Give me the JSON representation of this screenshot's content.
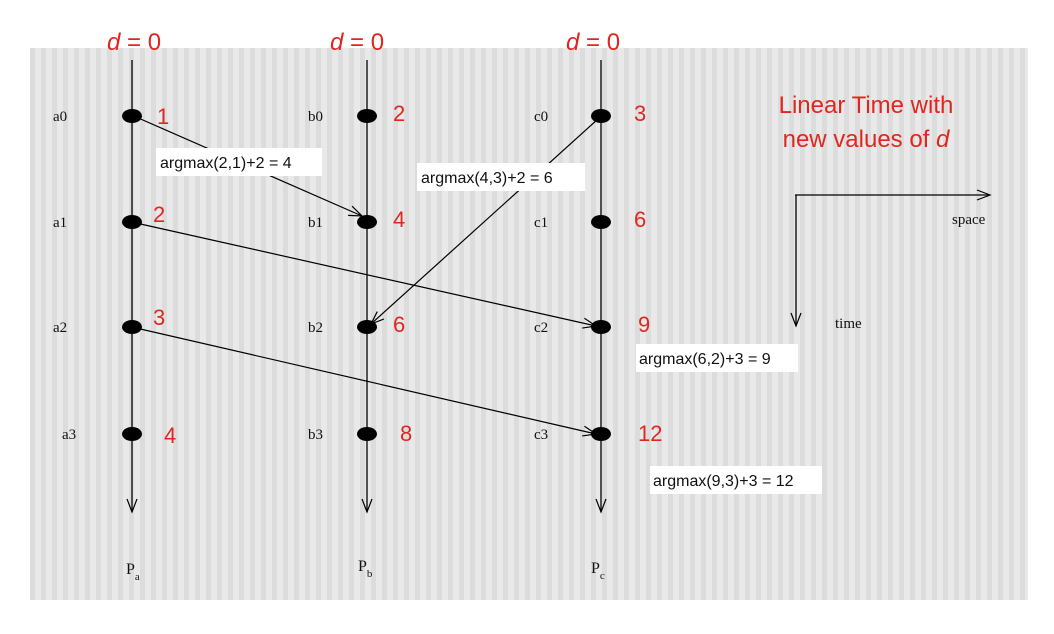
{
  "header": {
    "d_prefix": "d",
    "d_suffix": " = 0"
  },
  "title": {
    "line1": "Linear Time with",
    "line2_prefix": "new values of ",
    "line2_var": "d"
  },
  "processes": {
    "a": {
      "name_main": "P",
      "name_sub": "a",
      "events": [
        "a0",
        "a1",
        "a2",
        "a3"
      ],
      "values": [
        "1",
        "2",
        "3",
        "4"
      ]
    },
    "b": {
      "name_main": "P",
      "name_sub": "b",
      "events": [
        "b0",
        "b1",
        "b2",
        "b3"
      ],
      "values": [
        "2",
        "4",
        "6",
        "8"
      ]
    },
    "c": {
      "name_main": "P",
      "name_sub": "c",
      "events": [
        "c0",
        "c1",
        "c2",
        "c3"
      ],
      "values": [
        "3",
        "6",
        "9",
        "12"
      ]
    }
  },
  "messages": [
    {
      "from": "a0",
      "to": "b1"
    },
    {
      "from": "c0",
      "to": "b2"
    },
    {
      "from": "a1",
      "to": "c2"
    },
    {
      "from": "a2",
      "to": "c3"
    }
  ],
  "annotations": [
    "argmax(2,1)+2 = 4",
    "argmax(4,3)+2 = 6",
    "argmax(6,2)+3 = 9",
    "argmax(9,3)+3 = 12"
  ],
  "axes": {
    "space_label": "space",
    "time_label": "time"
  }
}
